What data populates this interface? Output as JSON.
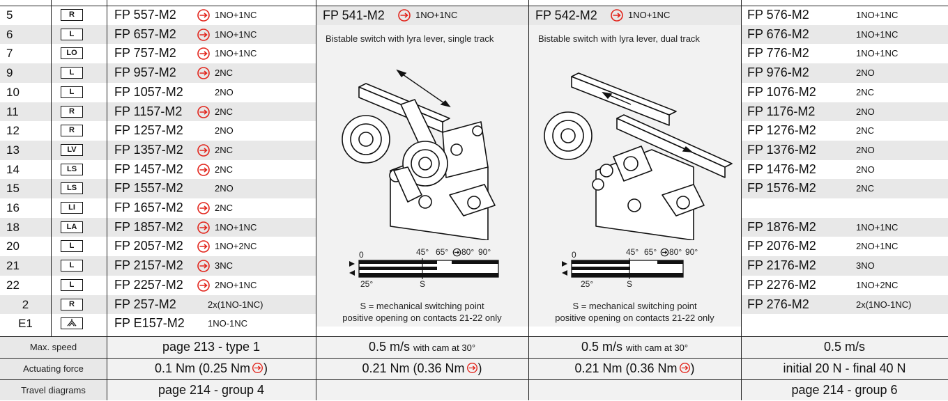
{
  "rows": [
    {
      "num": "5",
      "badge": "R",
      "code": "FP 557-M2",
      "pos": true,
      "contacts": "1NO+1NC",
      "code_r": "FP 576-M2",
      "contacts_r": "1NO+1NC"
    },
    {
      "num": "6",
      "badge": "L",
      "code": "FP 657-M2",
      "pos": true,
      "contacts": "1NO+1NC",
      "code_r": "FP 676-M2",
      "contacts_r": "1NO+1NC"
    },
    {
      "num": "7",
      "badge": "LO",
      "code": "FP 757-M2",
      "pos": true,
      "contacts": "1NO+1NC",
      "code_r": "FP 776-M2",
      "contacts_r": "1NO+1NC"
    },
    {
      "num": "9",
      "badge": "L",
      "code": "FP 957-M2",
      "pos": true,
      "contacts": "2NC",
      "code_r": "FP 976-M2",
      "contacts_r": "2NO"
    },
    {
      "num": "10",
      "badge": "L",
      "code": "FP 1057-M2",
      "pos": false,
      "contacts": "2NO",
      "code_r": "FP 1076-M2",
      "contacts_r": "2NC"
    },
    {
      "num": "11",
      "badge": "R",
      "code": "FP 1157-M2",
      "pos": true,
      "contacts": "2NC",
      "code_r": "FP 1176-M2",
      "contacts_r": "2NO"
    },
    {
      "num": "12",
      "badge": "R",
      "code": "FP 1257-M2",
      "pos": false,
      "contacts": "2NO",
      "code_r": "FP 1276-M2",
      "contacts_r": "2NC"
    },
    {
      "num": "13",
      "badge": "LV",
      "code": "FP 1357-M2",
      "pos": true,
      "contacts": "2NC",
      "code_r": "FP 1376-M2",
      "contacts_r": "2NO"
    },
    {
      "num": "14",
      "badge": "LS",
      "code": "FP 1457-M2",
      "pos": true,
      "contacts": "2NC",
      "code_r": "FP 1476-M2",
      "contacts_r": "2NO"
    },
    {
      "num": "15",
      "badge": "LS",
      "code": "FP 1557-M2",
      "pos": false,
      "contacts": "2NO",
      "code_r": "FP 1576-M2",
      "contacts_r": "2NC"
    },
    {
      "num": "16",
      "badge": "LI",
      "code": "FP 1657-M2",
      "pos": true,
      "contacts": "2NC",
      "code_r": "",
      "contacts_r": ""
    },
    {
      "num": "18",
      "badge": "LA",
      "code": "FP 1857-M2",
      "pos": true,
      "contacts": "1NO+1NC",
      "code_r": "FP 1876-M2",
      "contacts_r": "1NO+1NC"
    },
    {
      "num": "20",
      "badge": "L",
      "code": "FP 2057-M2",
      "pos": true,
      "contacts": "1NO+2NC",
      "code_r": "FP 2076-M2",
      "contacts_r": "2NO+1NC"
    },
    {
      "num": "21",
      "badge": "L",
      "code": "FP 2157-M2",
      "pos": true,
      "contacts": "3NC",
      "code_r": "FP 2176-M2",
      "contacts_r": "3NO"
    },
    {
      "num": "22",
      "badge": "L",
      "code": "FP 2257-M2",
      "pos": true,
      "contacts": "2NO+1NC",
      "code_r": "FP 2276-M2",
      "contacts_r": "1NO+2NC"
    },
    {
      "num": "2",
      "badge": "R",
      "code": "FP 257-M2",
      "pos": false,
      "contacts": "2x(1NO-1NC)",
      "code_r": "FP 276-M2",
      "contacts_r": "2x(1NO-1NC)"
    },
    {
      "num": "E1",
      "badge": "",
      "code": "FP E157-M2",
      "pos": false,
      "contacts": "1NO-1NC",
      "code_r": "",
      "contacts_r": ""
    }
  ],
  "col3": {
    "code": "FP 541-M2",
    "contacts": "1NO+1NC",
    "desc": "Bistable switch with lyra lever, single track",
    "note1": "S = mechanical switching point",
    "note2": "positive opening on contacts 21-22 only"
  },
  "col4": {
    "code": "FP 542-M2",
    "contacts": "1NO+1NC",
    "desc": "Bistable switch with lyra lever, dual track",
    "note1": "S = mechanical switching point",
    "note2": "positive opening on contacts 21-22 only"
  },
  "diagram": {
    "d0": "0",
    "d45": "45°",
    "d65": "65°",
    "d80": "80°",
    "d90": "90°",
    "d25": "25°",
    "s": "S"
  },
  "footer": {
    "max_speed": {
      "label": "Max. speed",
      "c2": "page 213 - type 1",
      "c3": "0.5 m/s",
      "c3_note": "with cam at 30°",
      "c4": "0.5 m/s",
      "c4_note": "with cam at 30°",
      "c5": "0.5 m/s"
    },
    "actuating_force": {
      "label": "Actuating force",
      "c2": "0.1 Nm (0.25 Nm",
      "c3": "0.21 Nm (0.36 Nm",
      "c4": "0.21 Nm (0.36 Nm",
      "close": ")",
      "c5": "initial 20 N - final 40 N"
    },
    "travel": {
      "label": "Travel diagrams",
      "c2": "page 214 - group 4",
      "c5": "page 214 - group 6"
    }
  },
  "colors": {
    "shade": "#e8e8e8",
    "positive": "#e2231a",
    "line": "#222222"
  }
}
